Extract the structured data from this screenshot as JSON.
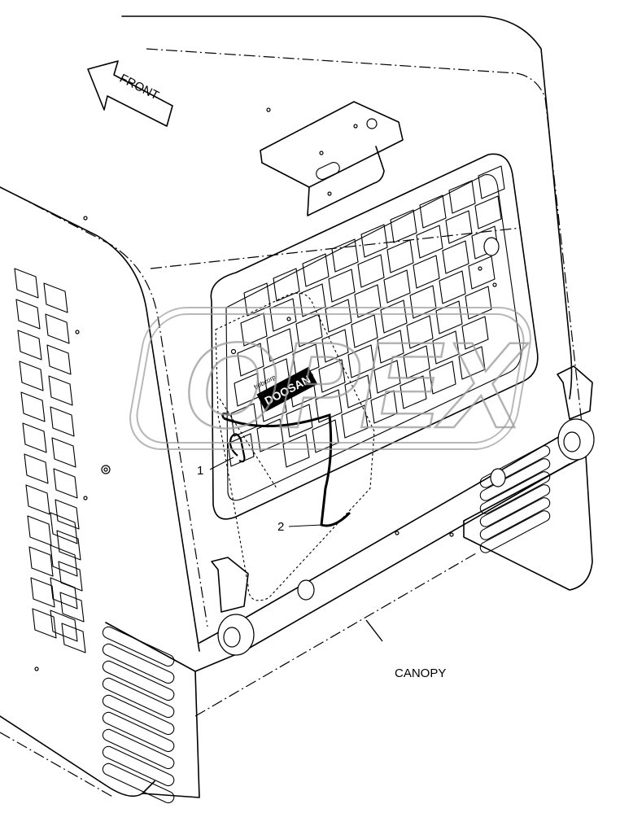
{
  "diagram": {
    "front_label": "FRONT",
    "canopy_label": "CANOPY",
    "callouts": [
      {
        "id": "1"
      },
      {
        "id": "2"
      }
    ],
    "decal_brand": "DOOSAN",
    "decal_sub": "bobcorp",
    "watermark": "OPEX"
  }
}
